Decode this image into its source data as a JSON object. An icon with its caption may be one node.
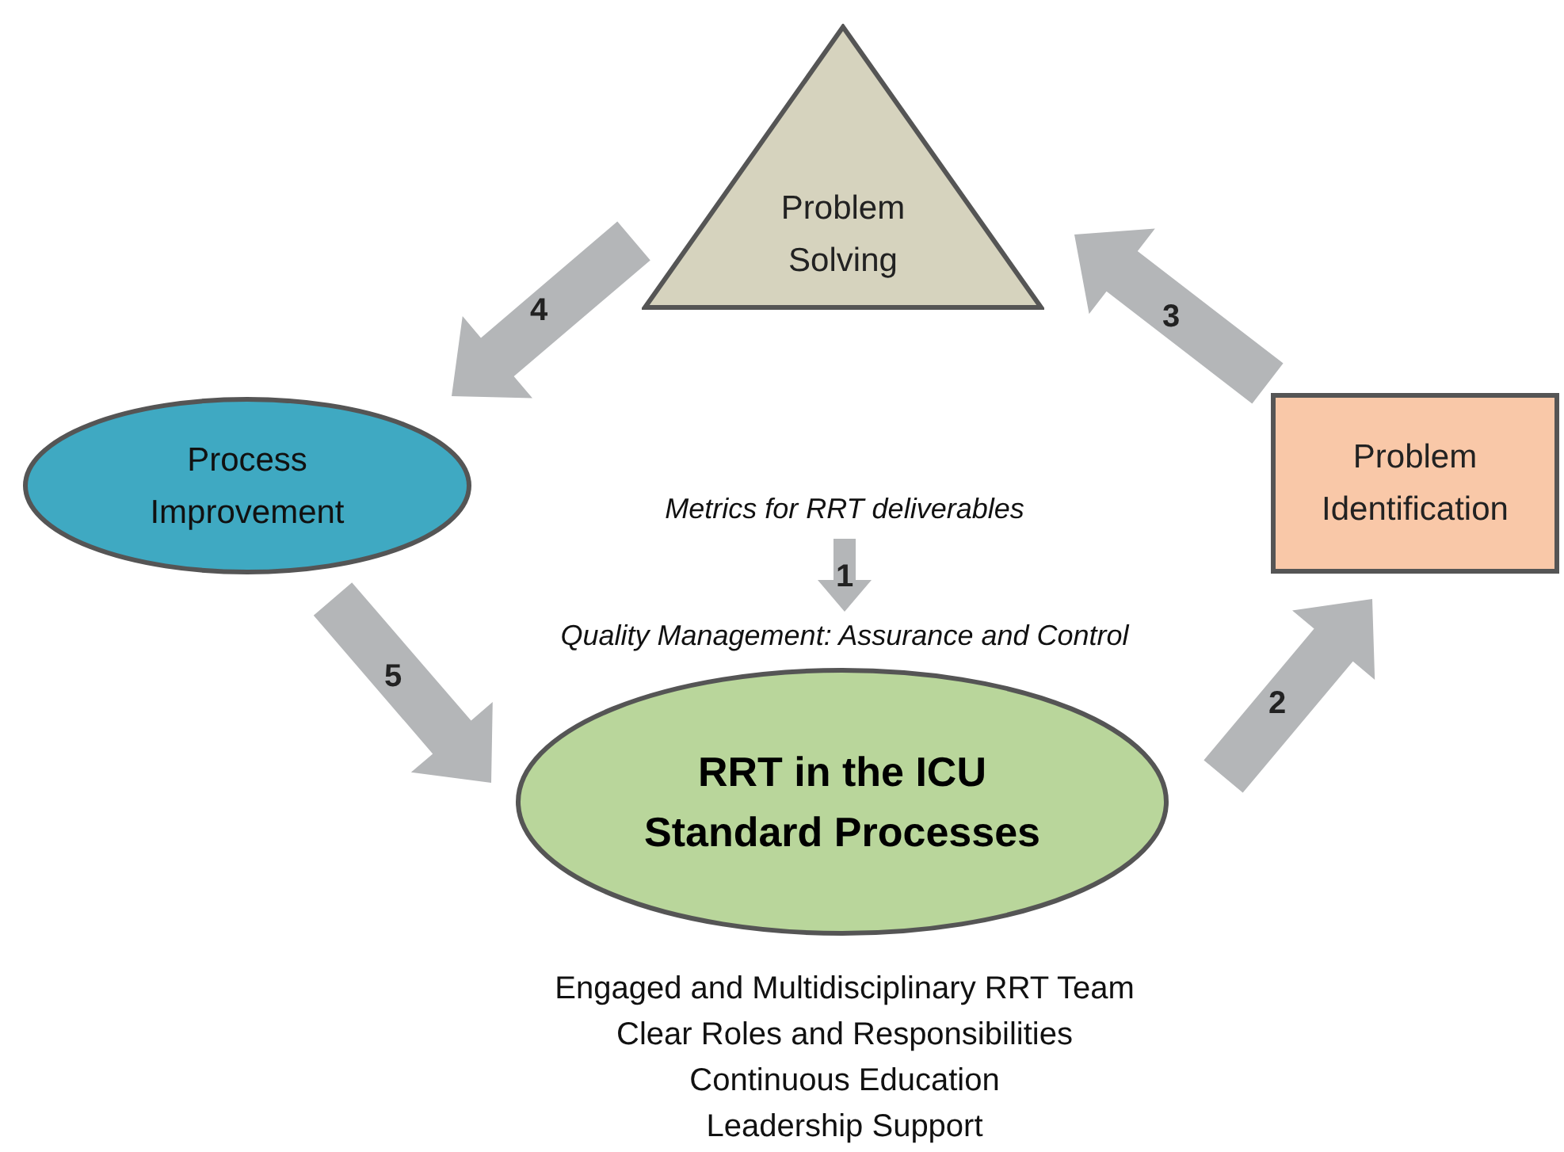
{
  "diagram": {
    "nodes": [
      {
        "text": [
          "Problem Solving"
        ]
      },
      {
        "text": [
          "Process Improvement"
        ]
      },
      {
        "text": [
          "Problem Identification"
        ]
      },
      {
        "text": [
          "Metrics for RRT deliverables"
        ]
      },
      {
        "text": [
          "Quality Management: Assurance and Control"
        ]
      },
      {
        "text": [
          "RRT in the ICU Standard Processes"
        ]
      }
    ],
    "edges": [
      {
        "from": 3,
        "to": 4,
        "arrow": "to",
        "label": "1",
        "style": "thick"
      },
      {
        "from": 5,
        "to": 2,
        "arrow": "to",
        "label": "2",
        "style": "thick"
      },
      {
        "from": 2,
        "to": 0,
        "arrow": "to",
        "label": "3",
        "style": "thick"
      },
      {
        "from": 0,
        "to": 1,
        "arrow": "to",
        "label": "4",
        "style": "thick"
      },
      {
        "from": 1,
        "to": 5,
        "arrow": "to",
        "label": "5",
        "style": "thick"
      }
    ],
    "labels": [
      "Engaged and Multidisciplinary RRT Team",
      "Clear Roles and Responsibilities",
      "Continuous Education",
      "Leadership Support"
    ]
  }
}
